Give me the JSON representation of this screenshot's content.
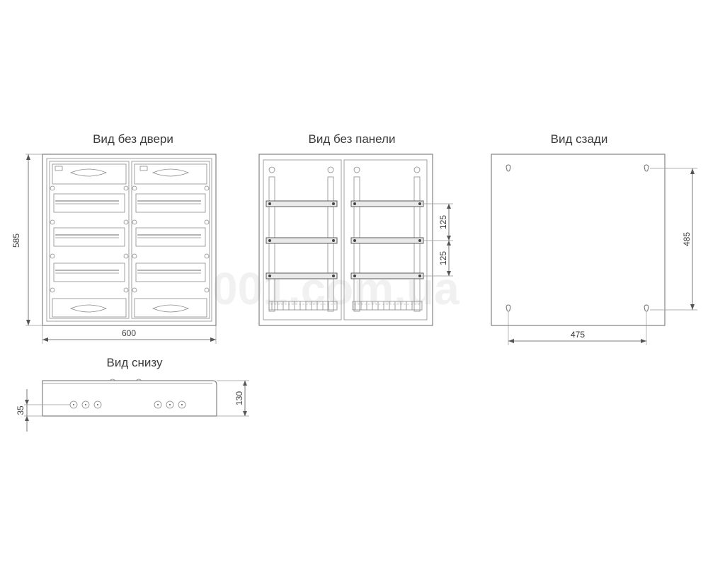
{
  "views": {
    "front_no_door": {
      "title": "Вид без двери",
      "width_dim": "600",
      "height_dim": "585"
    },
    "front_no_panel": {
      "title": "Вид без панели",
      "rail_pitch_1": "125",
      "rail_pitch_2": "125"
    },
    "rear": {
      "title": "Вид сзади",
      "mount_width_dim": "475",
      "mount_height_dim": "485"
    },
    "bottom": {
      "title": "Вид снизу",
      "depth_dim": "130",
      "hole_offset_dim": "35"
    }
  },
  "watermark": "001.com.ua",
  "colors": {
    "line": "#6a6a6a",
    "dimension": "#555555",
    "fill": "#ffffff"
  }
}
